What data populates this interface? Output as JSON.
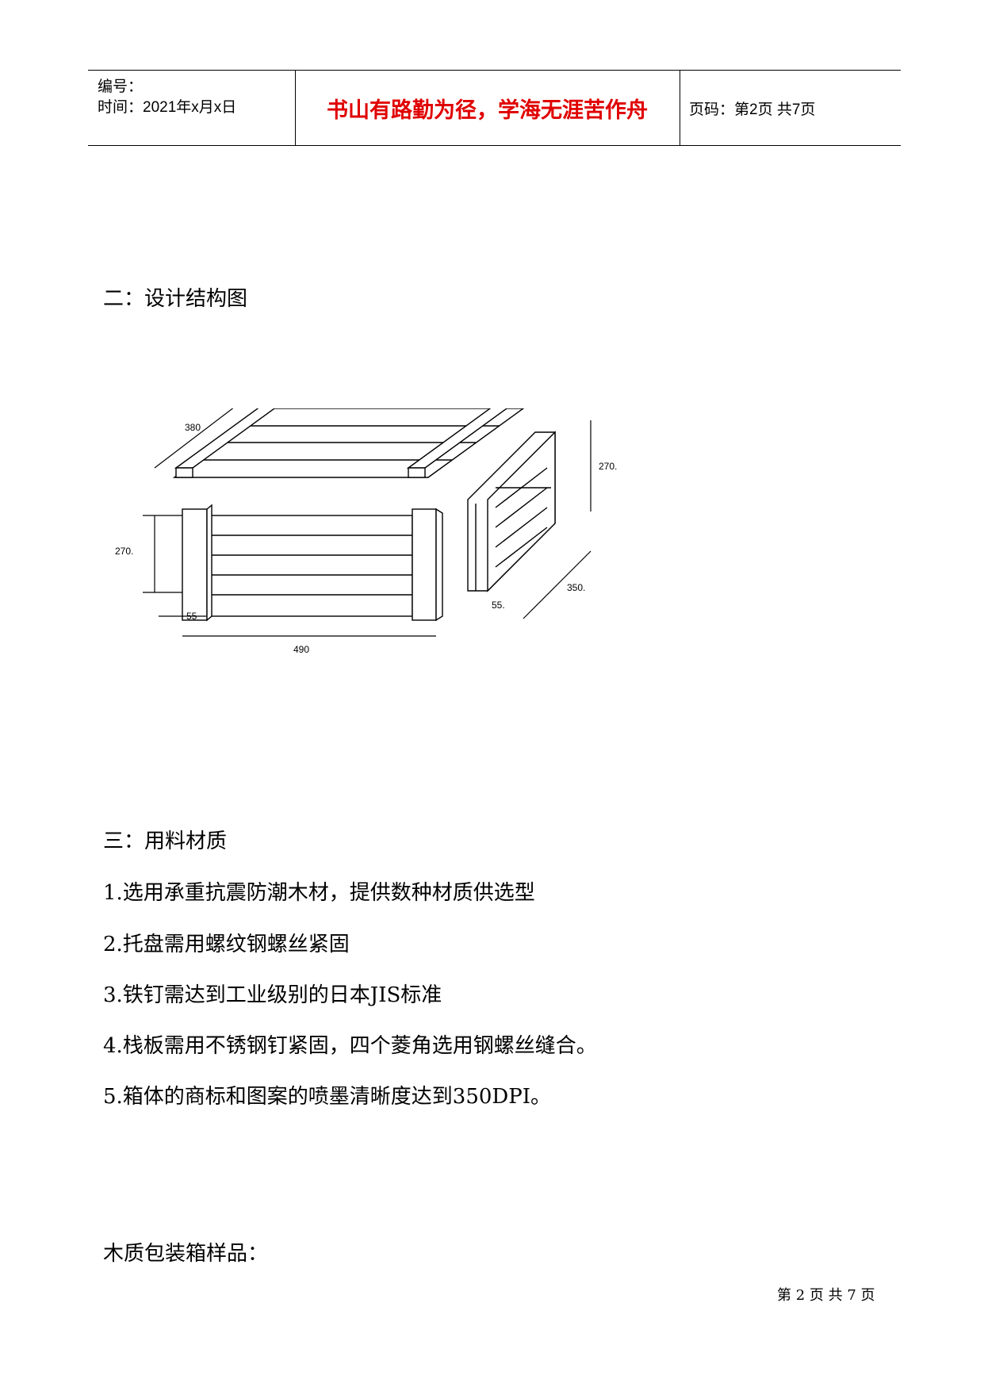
{
  "header": {
    "number_label": "编号：",
    "time_label": "时间：2021年x月x日",
    "motto": "书山有路勤为径，学海无涯苦作舟",
    "page_info": "页码：第2页  共7页"
  },
  "section2": {
    "title": "二：设计结构图"
  },
  "diagram": {
    "dim_top_length": "380",
    "dim_front_height": "270.",
    "dim_front_width": "490",
    "dim_front_board": "55",
    "dim_side_height": "270.",
    "dim_side_depth": "350.",
    "dim_side_board": "55."
  },
  "section3": {
    "title": "三：用料材质",
    "items": [
      "1.选用承重抗震防潮木材，提供数种材质供选型",
      "2.托盘需用螺纹钢螺丝紧固",
      "3.铁钉需达到工业级别的日本JIS标准",
      "4.栈板需用不锈钢钉紧固，四个菱角选用钢螺丝缝合。",
      "5.箱体的商标和图案的喷墨清晰度达到350DPI。"
    ]
  },
  "samples": {
    "title": "木质包装箱样品："
  },
  "footer": {
    "page_text": "第 2 页 共 7 页"
  }
}
